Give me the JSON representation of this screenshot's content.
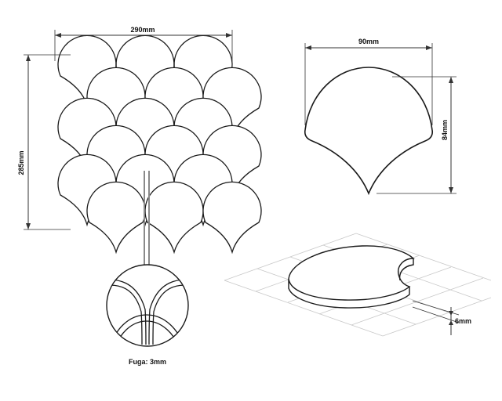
{
  "mosaic": {
    "width_label": "290mm",
    "height_label": "285mm",
    "joint_label": "Fuga: 3mm"
  },
  "tile": {
    "width_label": "90mm",
    "height_label": "84mm",
    "thickness_label": "6mm"
  },
  "colors": {
    "stroke": "#1a1a1a",
    "dimension": "#333333",
    "grid": "#c8c8c8",
    "leader": "#8a8a8a",
    "background": "#ffffff"
  }
}
